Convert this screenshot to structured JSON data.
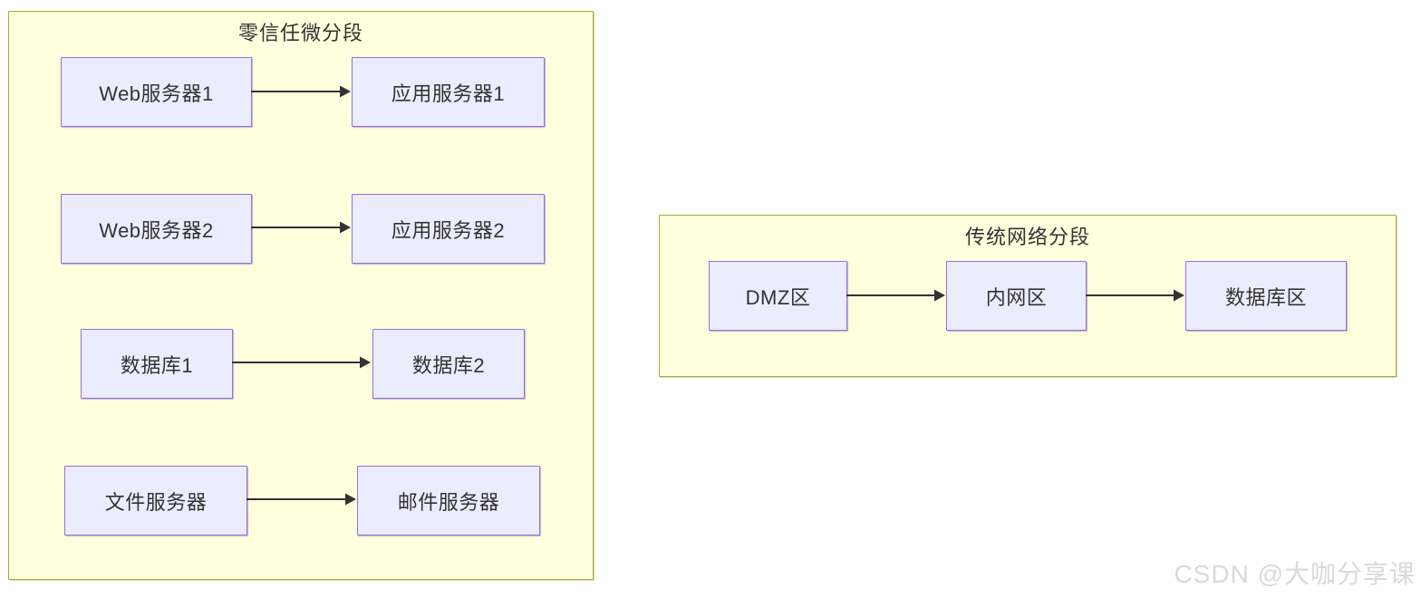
{
  "diagram": {
    "zero_trust_cluster": {
      "title": "零信任微分段",
      "nodes": [
        {
          "id": "web1",
          "label": "Web服务器1"
        },
        {
          "id": "app1",
          "label": "应用服务器1"
        },
        {
          "id": "web2",
          "label": "Web服务器2"
        },
        {
          "id": "app2",
          "label": "应用服务器2"
        },
        {
          "id": "db1",
          "label": "数据库1"
        },
        {
          "id": "db2",
          "label": "数据库2"
        },
        {
          "id": "file",
          "label": "文件服务器"
        },
        {
          "id": "mail",
          "label": "邮件服务器"
        }
      ],
      "edges": [
        {
          "from": "Web服务器1",
          "to": "应用服务器1"
        },
        {
          "from": "Web服务器2",
          "to": "应用服务器2"
        },
        {
          "from": "数据库1",
          "to": "数据库2"
        },
        {
          "from": "文件服务器",
          "to": "邮件服务器"
        }
      ]
    },
    "traditional_cluster": {
      "title": "传统网络分段",
      "nodes": [
        {
          "id": "dmz",
          "label": "DMZ区"
        },
        {
          "id": "intranet",
          "label": "内网区"
        },
        {
          "id": "dbzone",
          "label": "数据库区"
        }
      ],
      "edges": [
        {
          "from": "DMZ区",
          "to": "内网区"
        },
        {
          "from": "内网区",
          "to": "数据库区"
        }
      ]
    }
  },
  "watermark": "CSDN @大咖分享课",
  "colors": {
    "cluster_fill": "#ffffde",
    "cluster_border": "#aaaa33",
    "node_fill": "#ececff",
    "node_border": "#9370db",
    "text": "#333333",
    "arrow": "#333333",
    "watermark": "#d9d9d9"
  }
}
